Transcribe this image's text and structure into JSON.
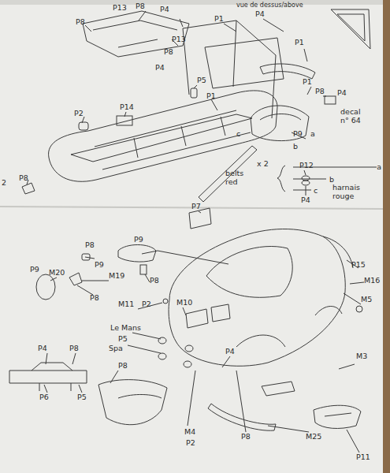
{
  "diagram": {
    "labels": [
      "vue de dessus/above",
      "P13",
      "P8",
      "P4",
      "P8",
      "P1",
      "P4",
      "P13",
      "P8",
      "P4",
      "P1",
      "P1",
      "P8",
      "P4",
      "decal n° 64",
      "P5",
      "P1",
      "P2",
      "P14",
      "P8",
      "P9",
      "a",
      "b",
      "c",
      "P12",
      "P4",
      "P7",
      "x 2",
      "a",
      "belts red",
      "b",
      "c",
      "harnais rouge",
      "2",
      "P9",
      "P8",
      "P9",
      "P9",
      "M20",
      "M19",
      "P8",
      "P8",
      "P15",
      "M16",
      "M11",
      "P2",
      "M10",
      "M5",
      "Le Mans",
      "P5",
      "Spa",
      "P4",
      "M3",
      "P8",
      "P4",
      "P8",
      "P6",
      "P5",
      "M4",
      "P2",
      "P8",
      "M25",
      "P11"
    ]
  }
}
